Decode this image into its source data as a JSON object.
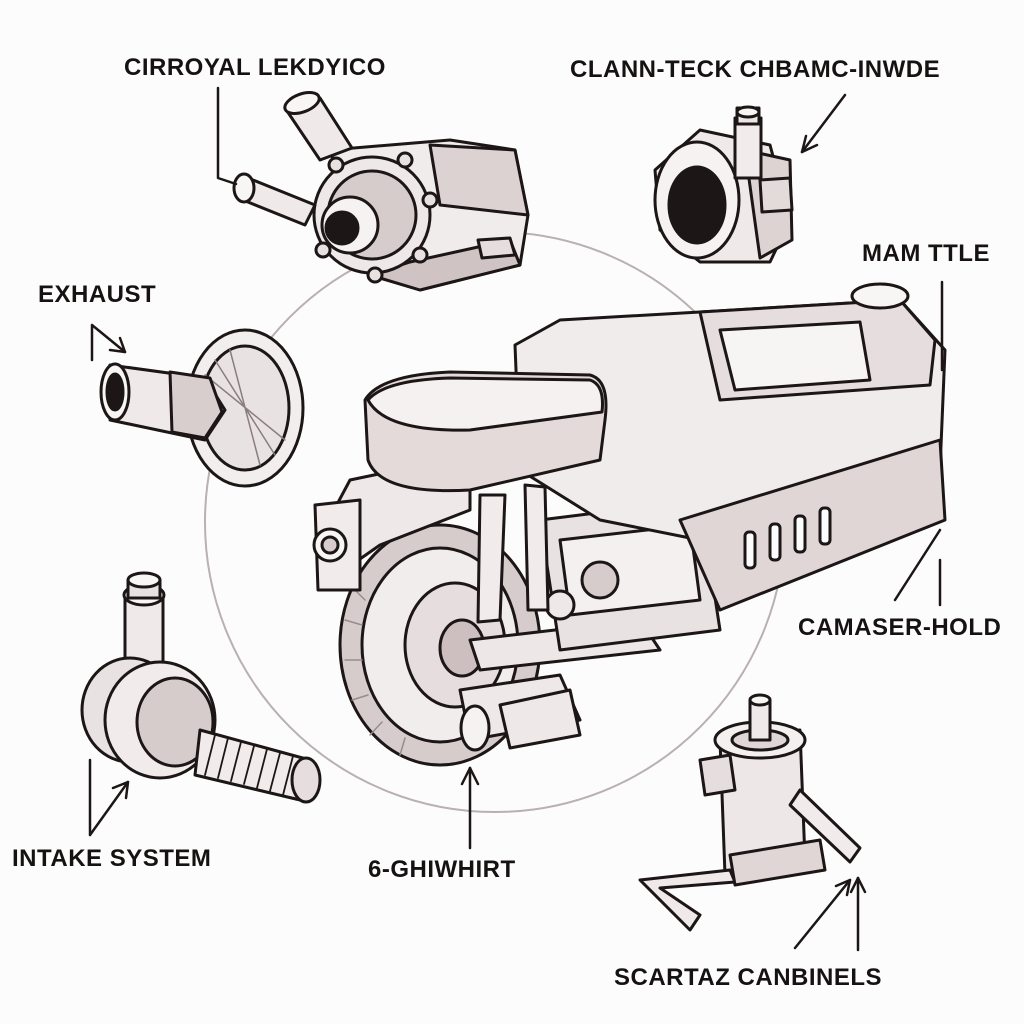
{
  "diagram": {
    "labels": {
      "top_left": "CIRROYAL LEKDYICO",
      "top_right": "CLANN-TECK CHBAMC-INWDE",
      "exhaust": "EXHAUST",
      "main_title": "MAM TTLE",
      "camaser": "CAMASER-HOLD",
      "intake": "INTAKE SYSTEM",
      "center_bottom": "6-GHIWHIRT",
      "bottom_right": "SCARTAZ CANBINELS"
    },
    "colors": {
      "ink": "#1c1616",
      "fill_light": "#f3eeee",
      "fill_shade": "#d9cccc",
      "fill_dark": "#b8a8a8",
      "background": "#fdfcfc"
    }
  }
}
